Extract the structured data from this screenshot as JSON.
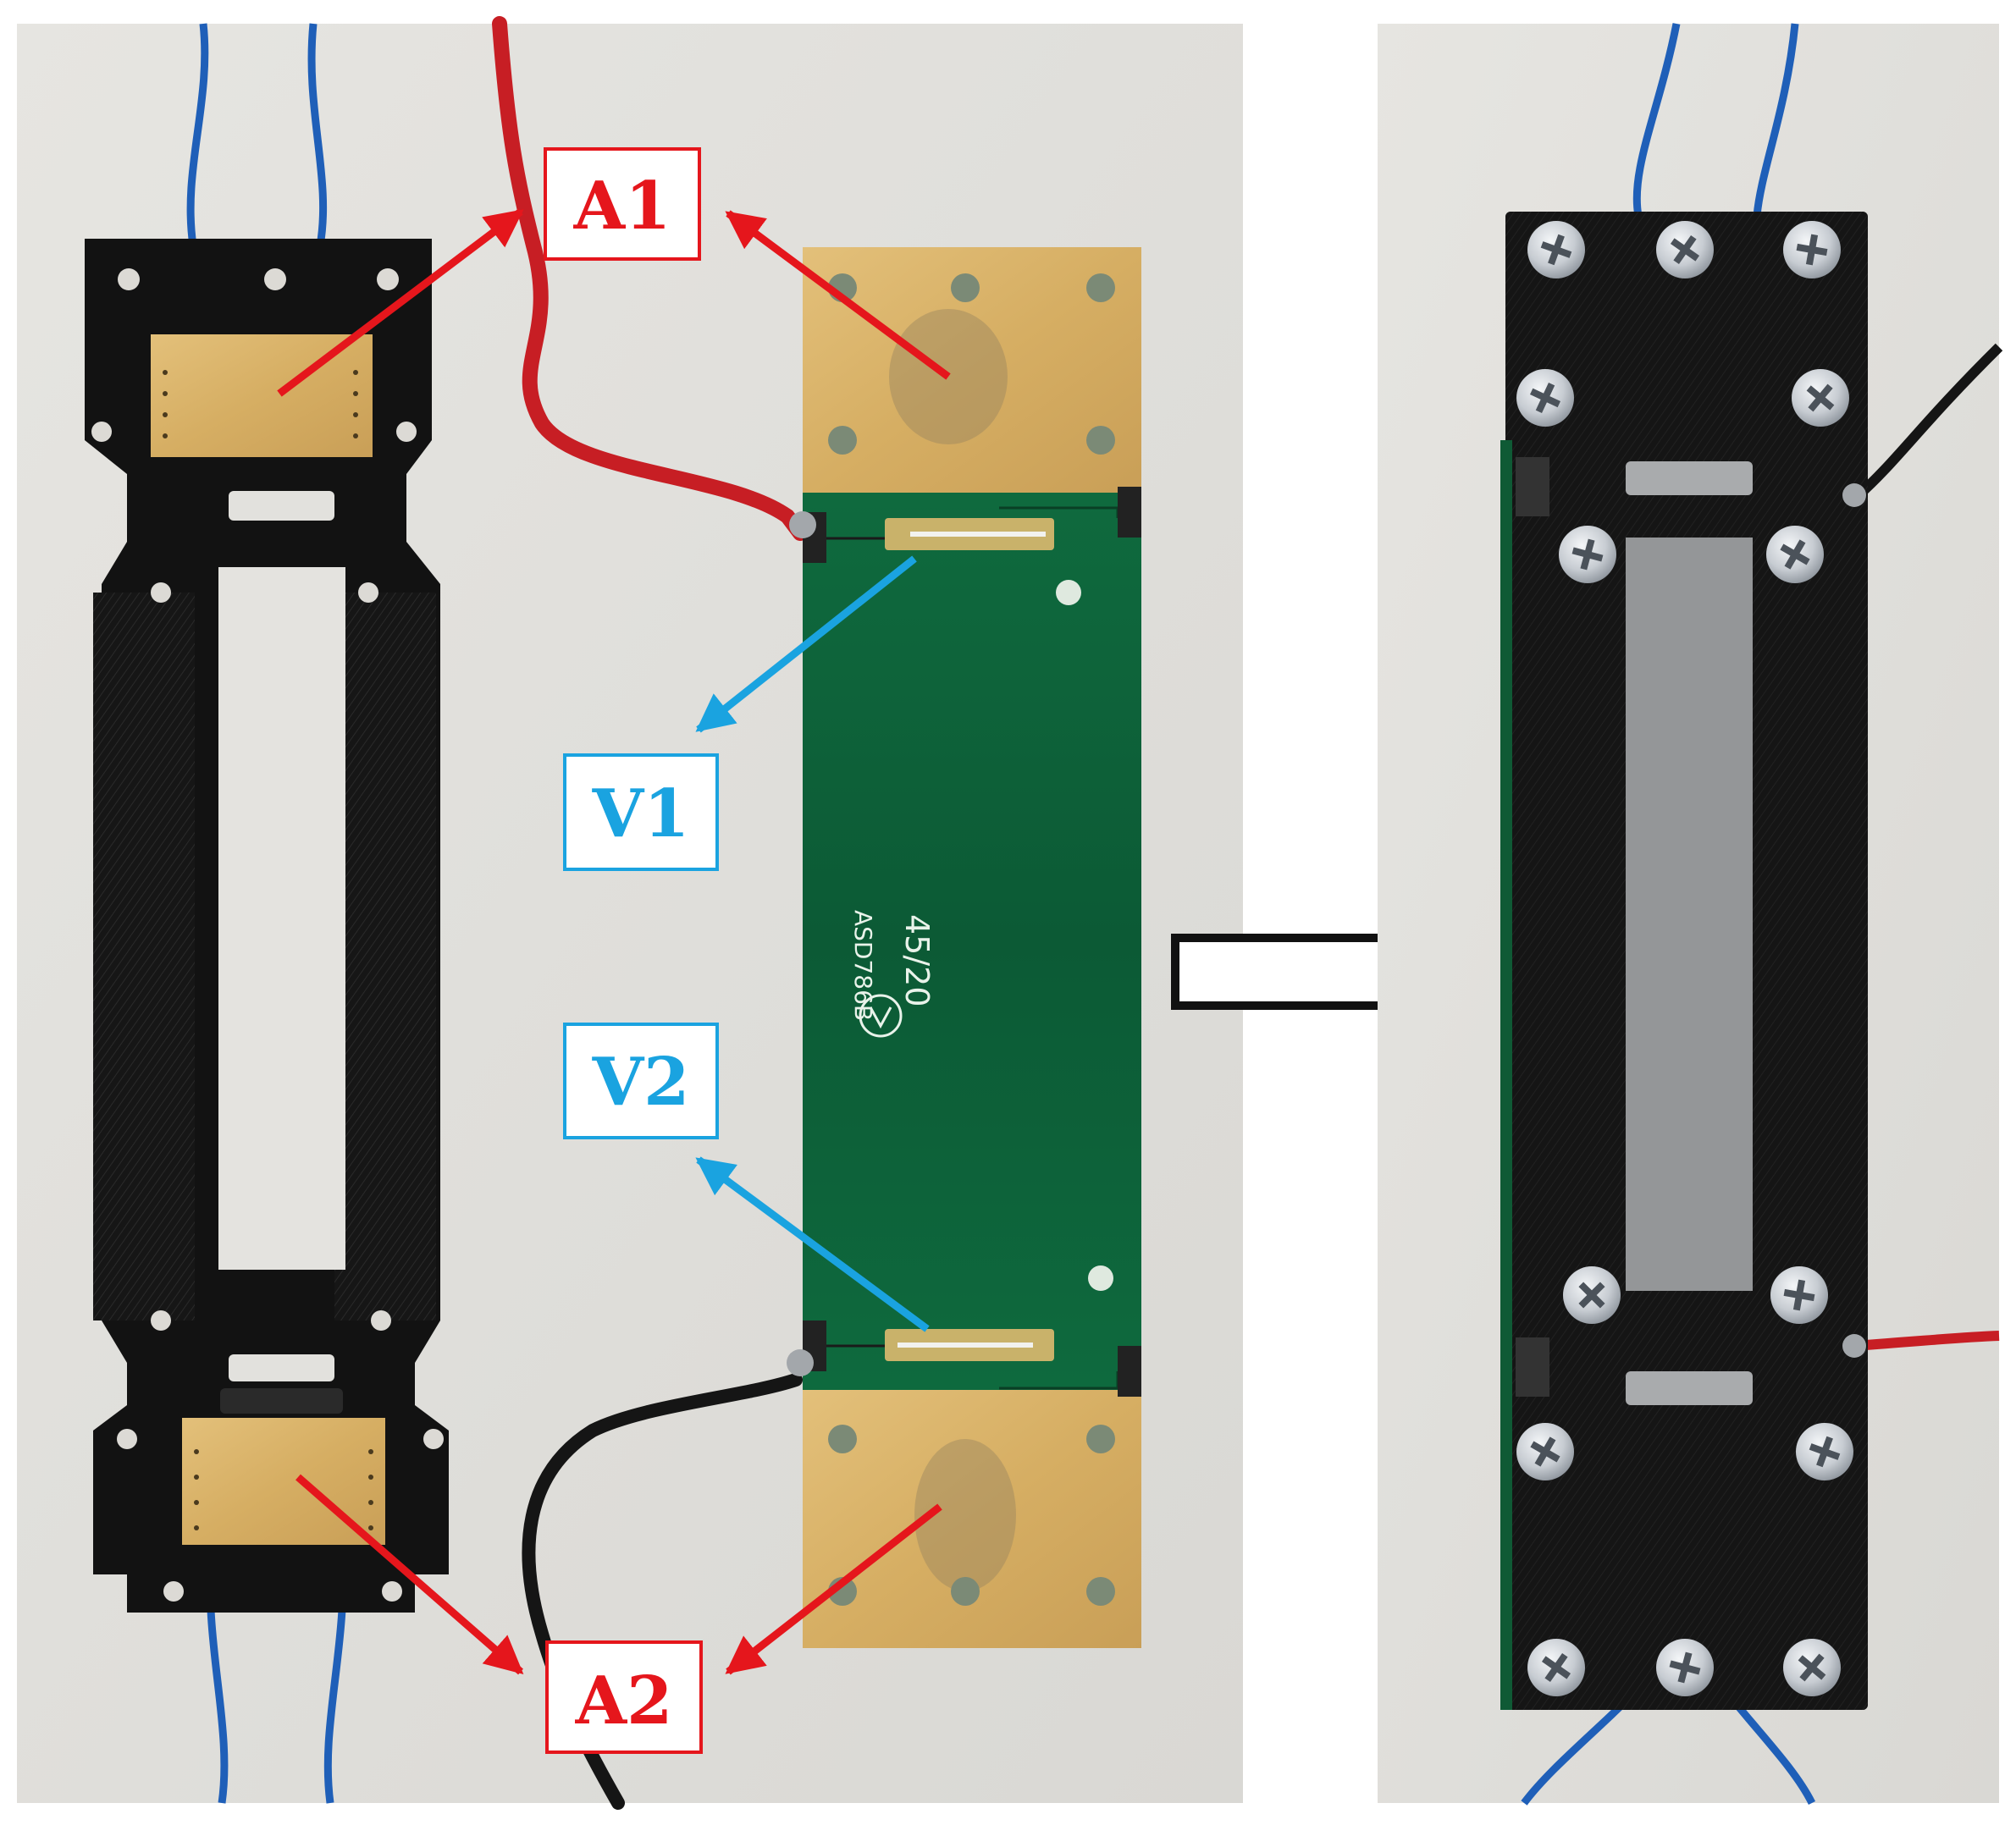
{
  "labels": {
    "a1": "A1",
    "a2": "A2",
    "v1": "V1",
    "v2": "V2"
  },
  "pcb_print": {
    "line1": "45/20",
    "line2": "ASD786B"
  },
  "icons": {
    "logo": "pcb-manufacturer-logo",
    "transition": "right-arrow-icon"
  },
  "colors": {
    "current_label": "#e5161c",
    "voltage_label": "#1aa3e0",
    "pcb": "#0d5a35",
    "copper": "#d9b36a",
    "frame": "#121212"
  }
}
